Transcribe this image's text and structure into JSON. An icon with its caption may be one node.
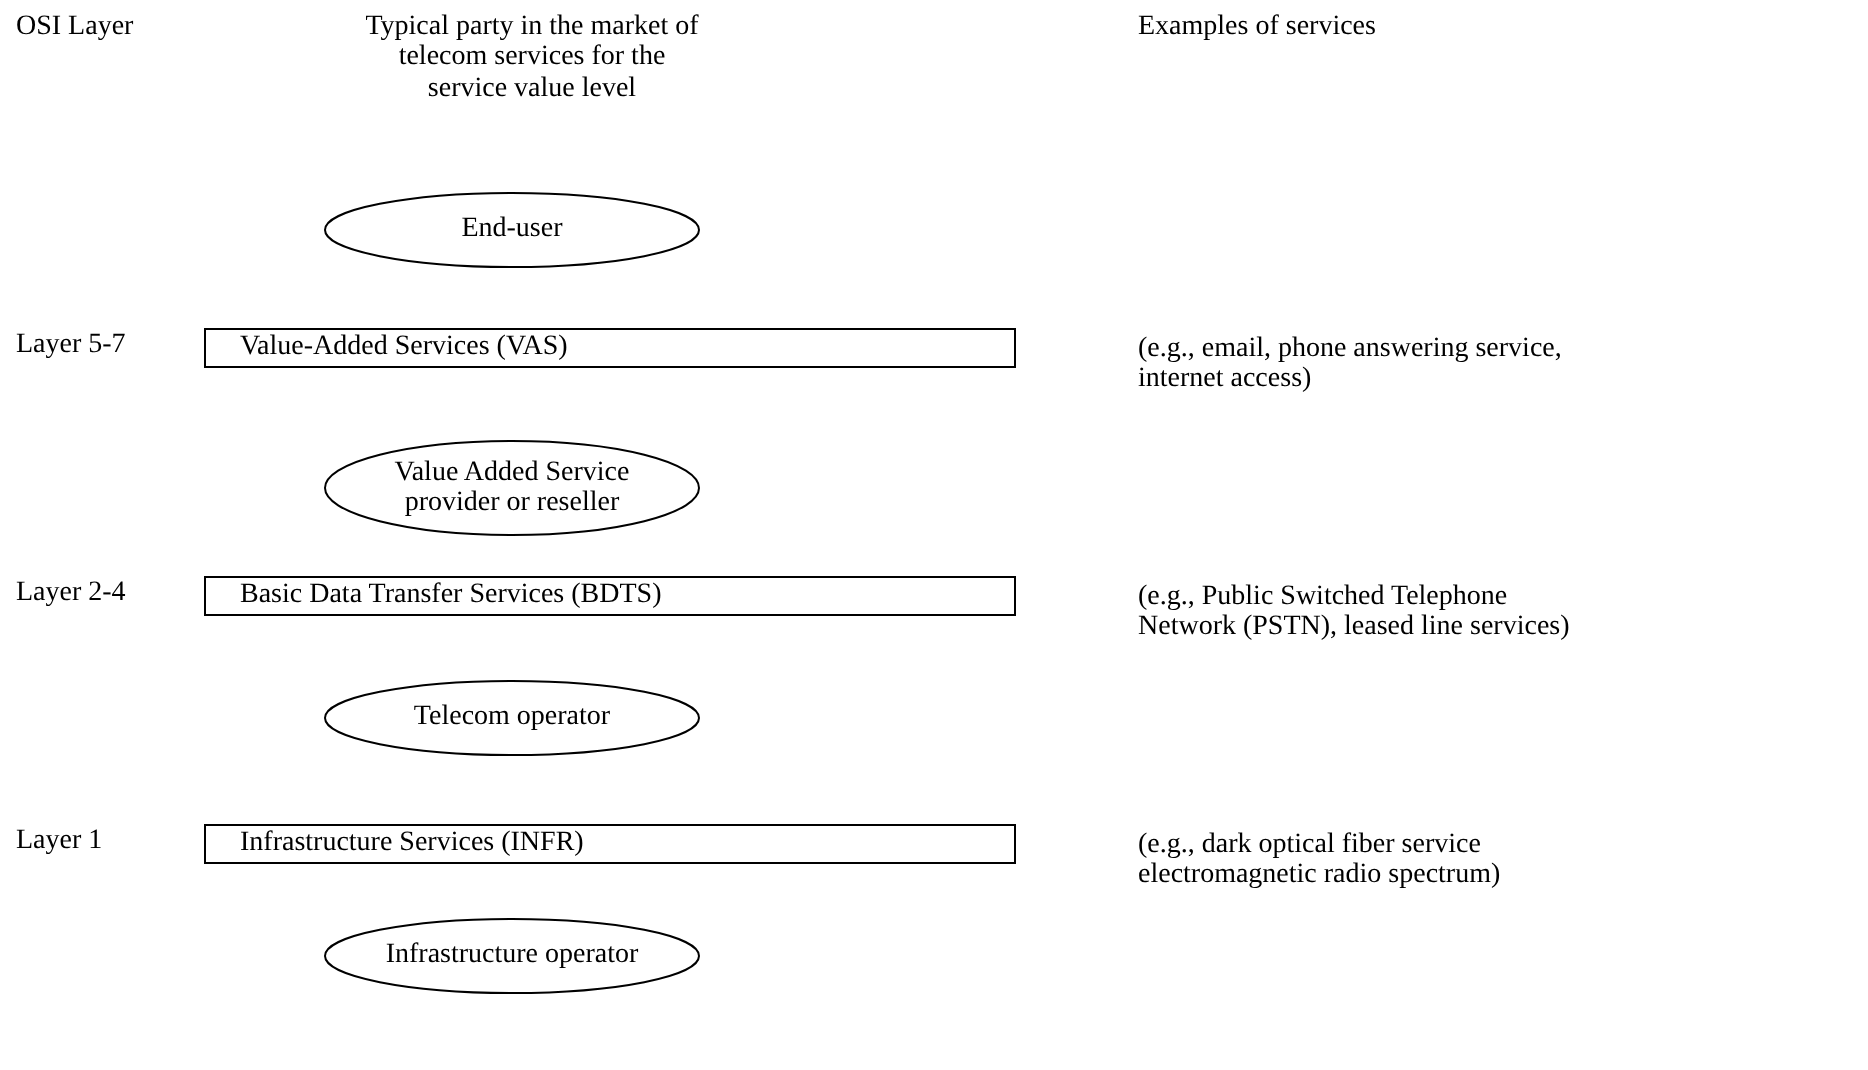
{
  "diagram": {
    "nodes": [
      {
        "text": [
          "End-user"
        ]
      },
      {
        "text": [
          "Value-Added Services (VAS)"
        ]
      },
      {
        "text": [
          "Value Added Service provider or reseller"
        ]
      },
      {
        "text": [
          "Basic Data Transfer Services (BDTS)"
        ]
      },
      {
        "text": [
          "Telecom operator"
        ]
      },
      {
        "text": [
          "Infrastructure Services (INFR)"
        ]
      },
      {
        "text": [
          "Infrastructure operator"
        ]
      }
    ],
    "labels": [
      "OSI Layer",
      "Typical party in the market of telecom services for the service value level",
      "Examples of services",
      "Layer 5-7",
      "(e.g., email, phone answering service, internet access)",
      "Layer 2-4",
      "(e.g., Public Switched Telephone Network (PSTN), leased line services)",
      "Layer 1",
      "(e.g., dark optical fiber service electromagnetic radio spectrum)"
    ]
  }
}
